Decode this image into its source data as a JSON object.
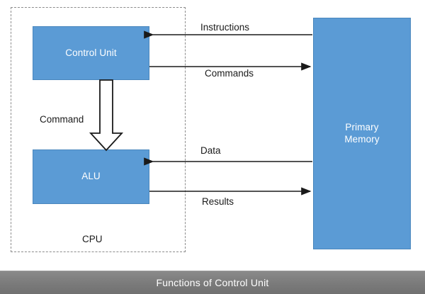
{
  "diagram": {
    "title": "Functions of Control Unit",
    "colors": {
      "box_fill": "#5B9BD5",
      "box_stroke": "#4A87BD",
      "box_text": "#FFFFFF",
      "connector": "#1A1A1A",
      "boundary_dash": "#8C8C8C",
      "caption_bar": "#7D7D7D",
      "caption_text": "#FFFFFF",
      "background": "#FFFFFF"
    },
    "boundary": {
      "label": "CPU",
      "style": "dashed"
    },
    "blocks": [
      {
        "id": "control-unit",
        "label": "Control Unit"
      },
      {
        "id": "alu",
        "label": "ALU"
      },
      {
        "id": "primary-memory",
        "label": "Primary\nMemory"
      }
    ],
    "connectors": [
      {
        "id": "instructions",
        "label": "Instructions",
        "from": "primary-memory",
        "to": "control-unit",
        "direction": "left",
        "style": "line"
      },
      {
        "id": "commands",
        "label": "Commands",
        "from": "control-unit",
        "to": "primary-memory",
        "direction": "right",
        "style": "line"
      },
      {
        "id": "command",
        "label": "Command",
        "from": "control-unit",
        "to": "alu",
        "direction": "down",
        "style": "block-arrow"
      },
      {
        "id": "data",
        "label": "Data",
        "from": "primary-memory",
        "to": "alu",
        "direction": "left",
        "style": "line"
      },
      {
        "id": "results",
        "label": "Results",
        "from": "alu",
        "to": "primary-memory",
        "direction": "right",
        "style": "line"
      }
    ]
  }
}
